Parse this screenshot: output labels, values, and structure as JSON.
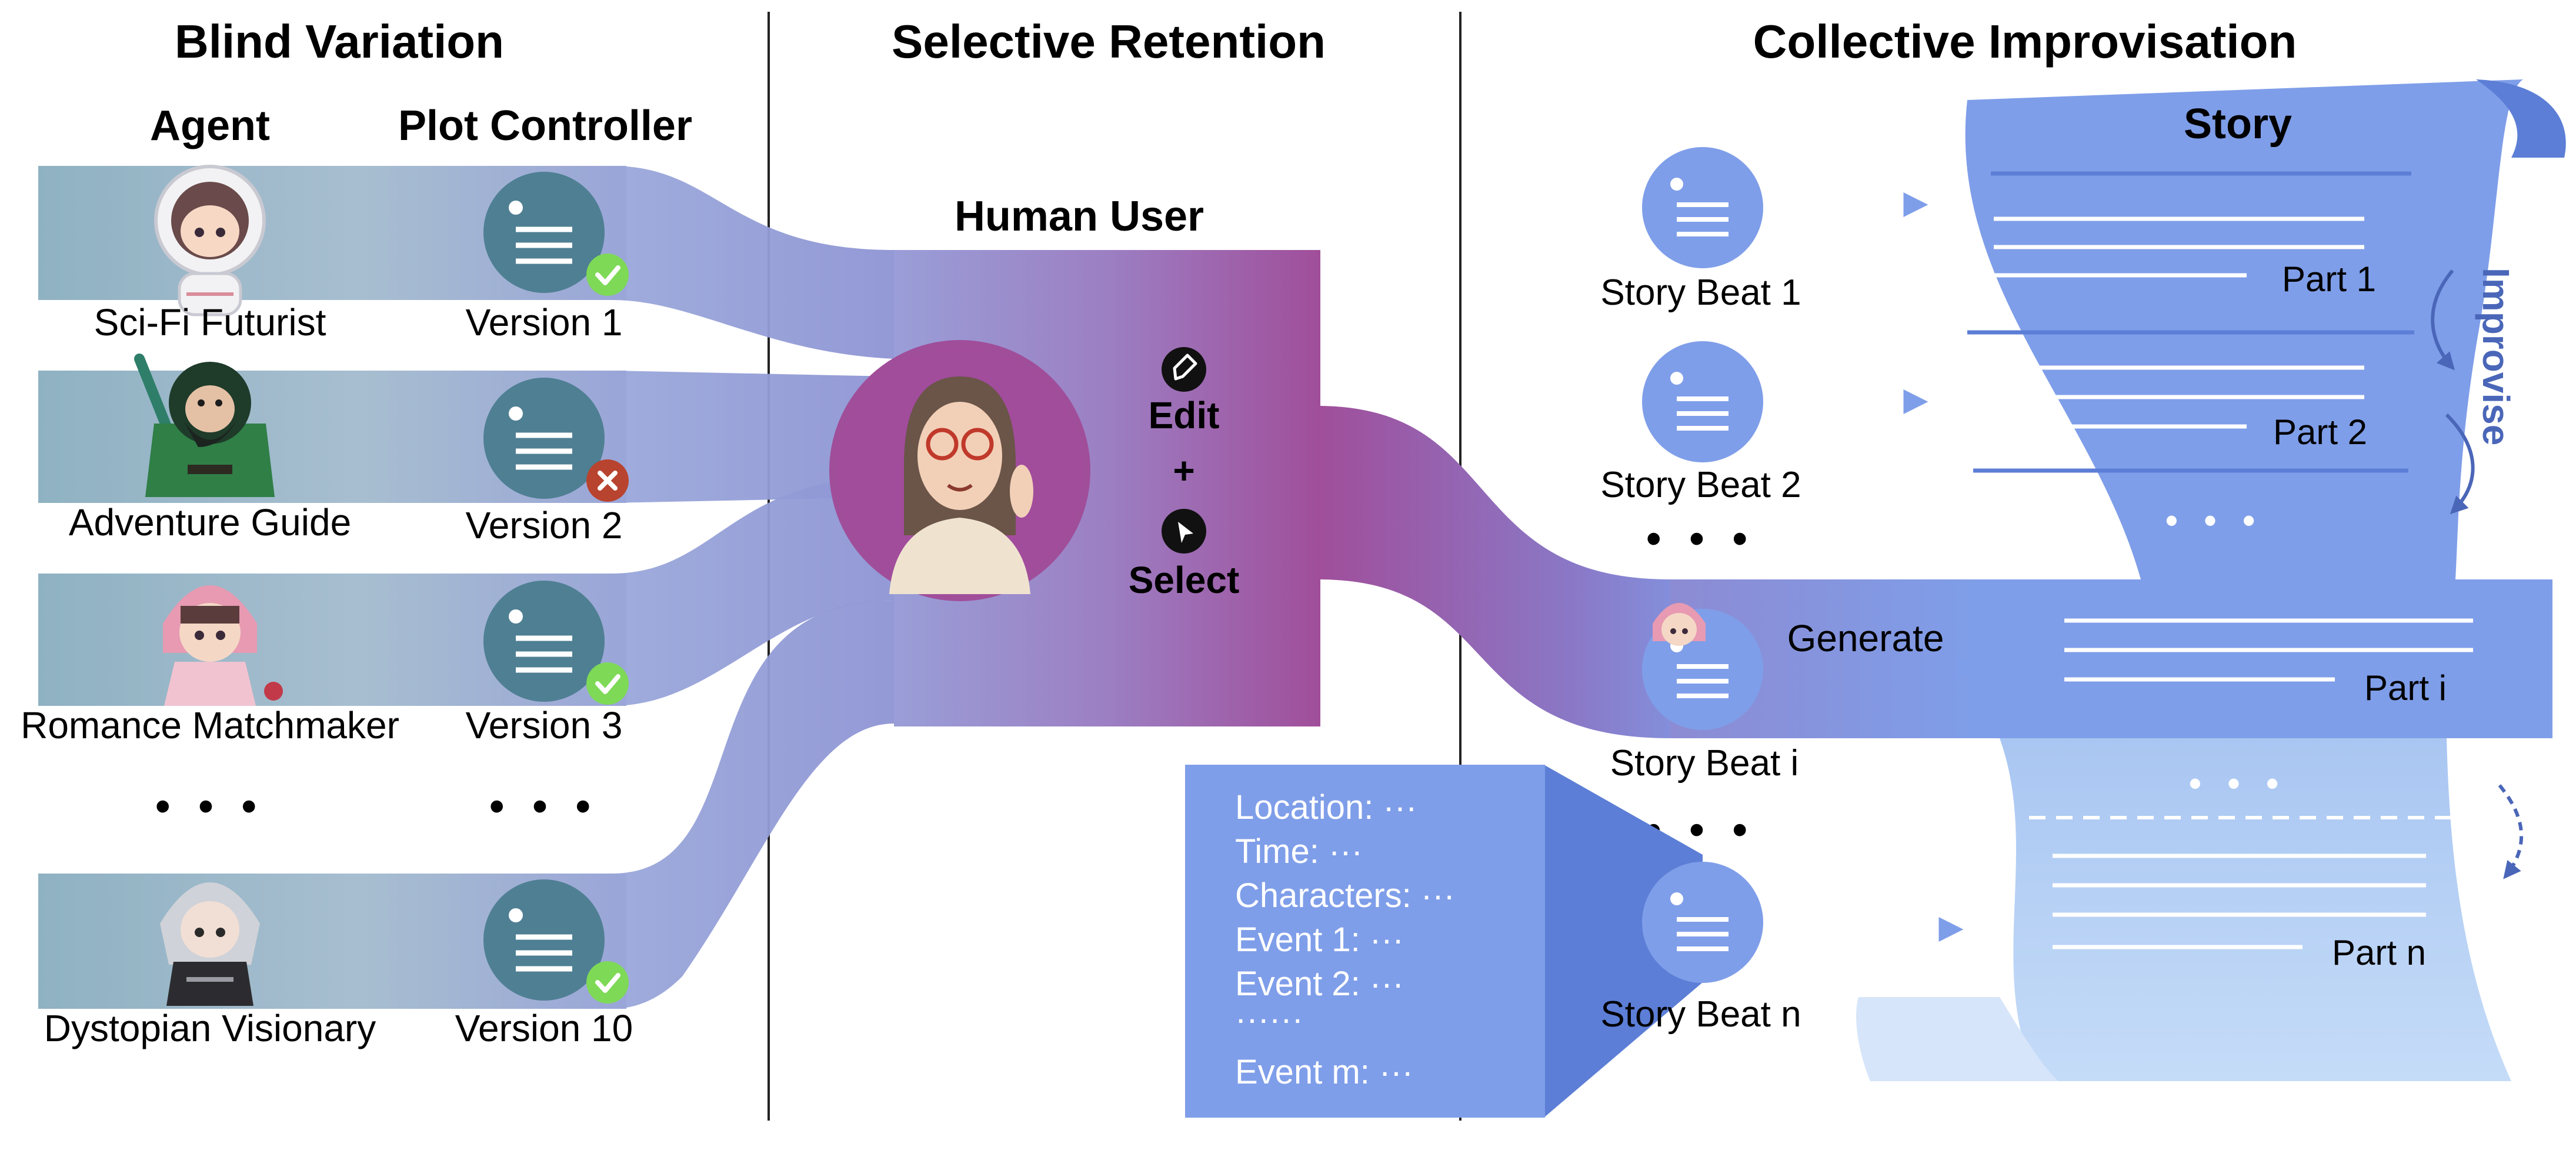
{
  "sections": {
    "blind_variation": "Blind Variation",
    "selective_retention": "Selective Retention",
    "collective_improvisation": "Collective Improvisation"
  },
  "columns": {
    "agent": "Agent",
    "plot_controller": "Plot Controller"
  },
  "agents": [
    {
      "name": "Sci-Fi Futurist",
      "version": "Version 1",
      "status": "accepted"
    },
    {
      "name": "Adventure Guide",
      "version": "Version 2",
      "status": "rejected"
    },
    {
      "name": "Romance Matchmaker",
      "version": "Version 3",
      "status": "accepted"
    },
    {
      "name": "Dystopian Visionary",
      "version": "Version 10",
      "status": "accepted"
    }
  ],
  "ellipsis": "• • •",
  "human_user": {
    "title": "Human User",
    "edit": "Edit",
    "plus": "+",
    "select": "Select"
  },
  "story": {
    "title": "Story",
    "parts": [
      "Part 1",
      "Part 2",
      "Part i",
      "Part n"
    ],
    "improvise": "Improvise",
    "generate": "Generate"
  },
  "beats": [
    "Story Beat 1",
    "Story Beat 2",
    "Story Beat i",
    "Story Beat n"
  ],
  "beat_details": [
    "Location: ···",
    "Time: ···",
    "Characters: ···",
    "Event 1:  ···",
    "Event 2:  ···",
    "······",
    "Event m: ···"
  ],
  "colors": {
    "agent_band": "#8fb2c2",
    "controller_circle": "#4f7f93",
    "check": "#7ed957",
    "cross": "#b8432e",
    "flow_blue": "#8f98d6",
    "flow_purple": "#a04e9a",
    "story_blue": "#7f9ee9",
    "story_light": "#b8d3f5",
    "beat_circle": "#7f9ee9"
  },
  "icons": {
    "doc": "document-icon",
    "check": "check-icon",
    "cross": "cross-icon",
    "edit": "pencil-icon",
    "select": "cursor-icon"
  }
}
